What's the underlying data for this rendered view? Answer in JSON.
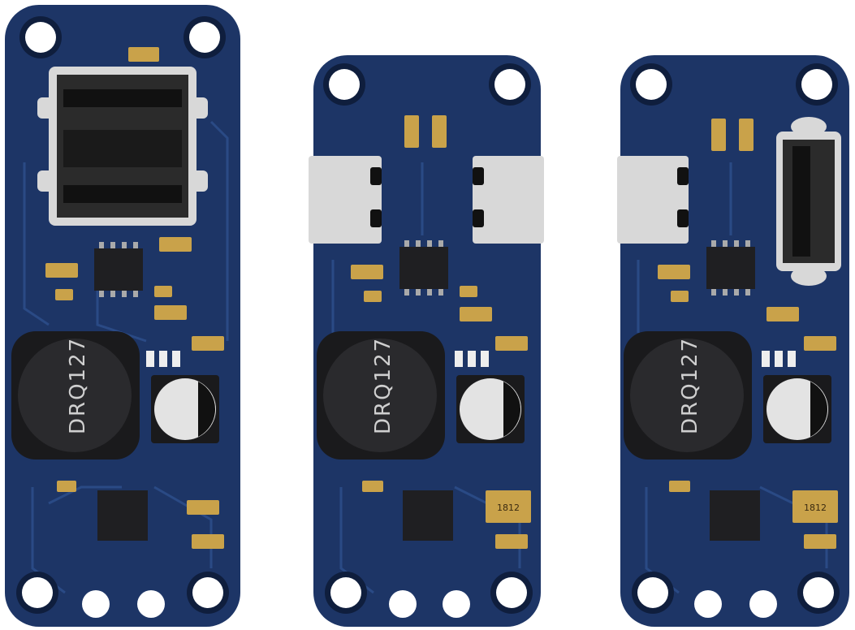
{
  "boards": [
    {
      "inductor_label": "DRQ127",
      "input_connector": "usb-a-dual-port",
      "output_connector": "none"
    },
    {
      "inductor_label": "DRQ127",
      "capacitor_label": "1812",
      "input_connector": "usb-c",
      "output_connector": "usb-c"
    },
    {
      "inductor_label": "DRQ127",
      "capacitor_label": "1812",
      "input_connector": "usb-c",
      "output_connector": "usb-a-vertical"
    }
  ],
  "colors": {
    "pcb": "#1d3566",
    "pcb_dark": "#142a55",
    "trace": "#2a4a85",
    "pad_gold": "#c9a24a",
    "chip": "#1f1f22",
    "usb_metal": "#d8d8d8"
  }
}
